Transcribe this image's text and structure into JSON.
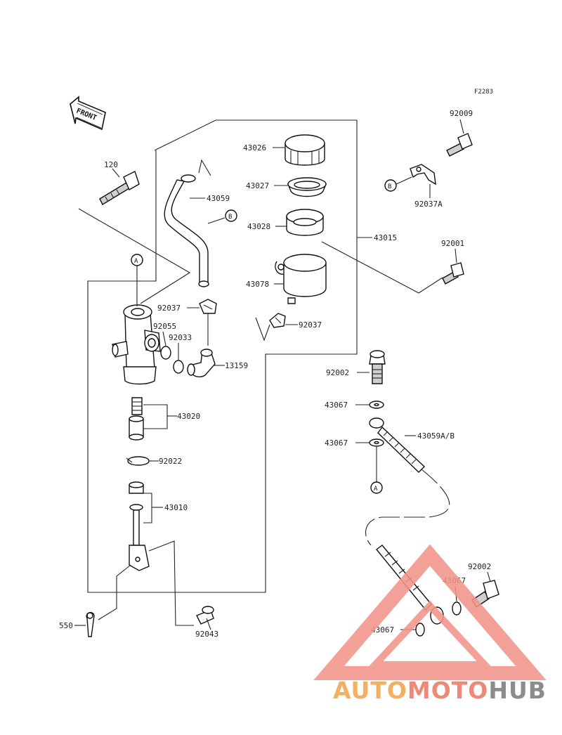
{
  "diagram": {
    "code": "F2283",
    "front": "FRONT",
    "refs": {
      "a": "A",
      "b": "B"
    },
    "labels": {
      "p92009": "92009",
      "p120": "120",
      "p43026": "43026",
      "p43059": "43059",
      "p43027": "43027",
      "p92037A": "92037A",
      "p43028": "43028",
      "p43015": "43015",
      "p92001": "92001",
      "p43078": "43078",
      "p92037a": "92037",
      "p92055": "92055",
      "p92033": "92033",
      "p92037b": "92037",
      "p13159": "13159",
      "p92002a": "92002",
      "p43067a": "43067",
      "p43020": "43020",
      "p43059AB": "43059A/B",
      "p43067b": "43067",
      "p92022": "92022",
      "p43010": "43010",
      "p92002b": "92002",
      "p43067c": "43067",
      "p550": "550",
      "p43067d": "43067",
      "p92043": "92043"
    }
  },
  "watermark": {
    "part1": "AUTO",
    "part2": "MOTO",
    "part3": "HUB",
    "colors": {
      "orange": "#f4b061",
      "red": "#ee8877",
      "gray": "#8c8c8c",
      "triangle": "#f2958a"
    }
  }
}
